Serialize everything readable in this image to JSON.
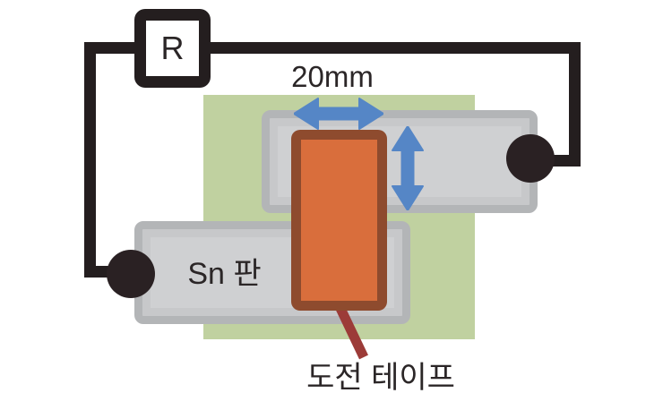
{
  "diagram": {
    "type": "experiment-circuit-schematic",
    "resistor": {
      "label": "R"
    },
    "labels": {
      "dimension": "20mm",
      "sn_plate": "Sn 판",
      "conductive_tape": "도전 테이프"
    },
    "icons": {
      "horizontal_double_arrow": "left-right double-headed arrow (slide direction)",
      "vertical_double_arrow": "up-down double-headed arrow (slide direction)",
      "terminal_contacts": "filled black circles at wire-to-plate contact points"
    },
    "colors": {
      "background": "#ffffff",
      "wire_and_resistor_outline": "#241e1f",
      "terminal_contact": "#2a2123",
      "green_sheet": "#c0d1a0",
      "plate_fill": "#cfd0d2",
      "plate_border": "#b3b5b7",
      "tape_fill": "#d96e3c",
      "tape_border": "#8e4b2e",
      "arrow_blue": "#5586c6",
      "pointer_line_red": "#9c3b38",
      "text": "#2b2627"
    }
  }
}
